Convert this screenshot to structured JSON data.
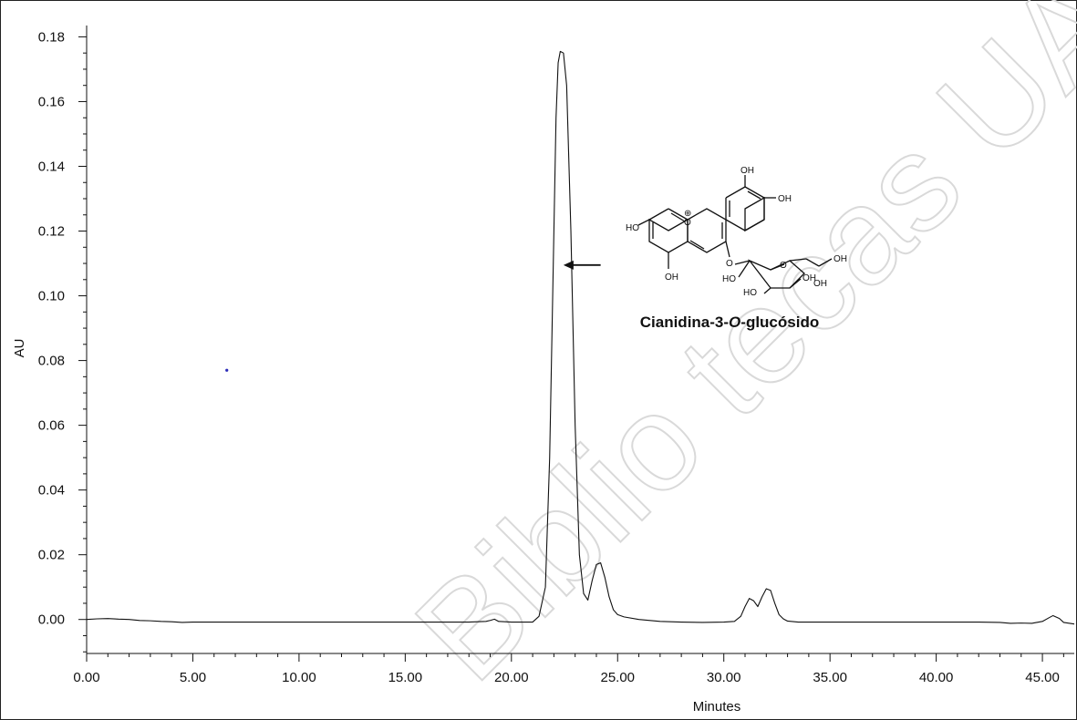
{
  "chart_data": {
    "type": "line",
    "title": "",
    "xlabel": "Minutes",
    "ylabel": "AU",
    "xlim": [
      0,
      46.5
    ],
    "ylim": [
      -0.0105,
      0.1835
    ],
    "x_ticks": [
      "0.00",
      "5.00",
      "10.00",
      "15.00",
      "20.00",
      "25.00",
      "30.00",
      "35.00",
      "40.00",
      "45.00"
    ],
    "y_ticks": [
      "0.00",
      "0.02",
      "0.04",
      "0.06",
      "0.08",
      "0.10",
      "0.12",
      "0.14",
      "0.16",
      "0.18"
    ],
    "grid": false,
    "series": [
      {
        "color": "#111111",
        "x": [
          0.0,
          0.5,
          1.0,
          1.5,
          2.0,
          2.5,
          3.0,
          3.5,
          4.0,
          4.5,
          5.0,
          6.0,
          8.0,
          10.0,
          12.0,
          14.0,
          16.0,
          18.0,
          18.8,
          19.0,
          19.2,
          19.4,
          20.0,
          21.0,
          21.3,
          21.6,
          21.8,
          22.0,
          22.1,
          22.2,
          22.3,
          22.45,
          22.6,
          22.8,
          23.0,
          23.2,
          23.4,
          23.6,
          23.8,
          24.0,
          24.2,
          24.4,
          24.6,
          24.8,
          25.0,
          25.3,
          26.0,
          27.0,
          28.0,
          29.0,
          30.0,
          30.5,
          30.8,
          31.0,
          31.2,
          31.4,
          31.6,
          31.8,
          32.0,
          32.2,
          32.4,
          32.6,
          32.8,
          33.0,
          33.5,
          34.0,
          36.0,
          38.0,
          40.0,
          42.0,
          43.0,
          43.5,
          44.0,
          44.5,
          45.0,
          45.3,
          45.5,
          45.8,
          46.0,
          46.5
        ],
        "values": [
          0.0,
          0.0002,
          0.0003,
          0.0001,
          0.0,
          -0.0003,
          -0.0004,
          -0.0006,
          -0.0007,
          -0.0009,
          -0.0008,
          -0.0008,
          -0.0008,
          -0.0008,
          -0.0008,
          -0.0008,
          -0.0008,
          -0.0008,
          -0.0006,
          -0.0003,
          0.0001,
          -0.0006,
          -0.0008,
          -0.0008,
          0.001,
          0.01,
          0.05,
          0.12,
          0.155,
          0.172,
          0.1755,
          0.175,
          0.165,
          0.12,
          0.06,
          0.02,
          0.008,
          0.006,
          0.012,
          0.017,
          0.0175,
          0.013,
          0.007,
          0.003,
          0.0015,
          0.0008,
          0.0,
          -0.0006,
          -0.0008,
          -0.0009,
          -0.0008,
          -0.0006,
          0.001,
          0.004,
          0.0065,
          0.0058,
          0.004,
          0.007,
          0.0095,
          0.009,
          0.005,
          0.0015,
          0.0002,
          -0.0005,
          -0.0008,
          -0.0008,
          -0.0008,
          -0.0008,
          -0.0008,
          -0.0008,
          -0.0009,
          -0.0012,
          -0.0011,
          -0.0012,
          -0.0006,
          0.0005,
          0.0012,
          0.0003,
          -0.0009,
          -0.0014
        ]
      }
    ],
    "annotations": [
      {
        "type": "arrow",
        "x": [
          24.2,
          22.45
        ],
        "y": [
          0.1095,
          0.1095
        ]
      },
      {
        "type": "marker",
        "x": 6.6,
        "y": 0.077,
        "color": "#2a2ab8"
      }
    ]
  },
  "structure": {
    "name_prefix": "Cianidina-3-",
    "name_italic": "O",
    "name_suffix": "-glucósido",
    "atoms": [
      "OH",
      "OH",
      "HO",
      "O",
      "OH",
      "OH",
      "O",
      "O",
      "OH",
      "HO",
      "HO",
      "OH",
      "⊕"
    ]
  },
  "watermark": {
    "text": "Biblio tecas UAQ"
  }
}
